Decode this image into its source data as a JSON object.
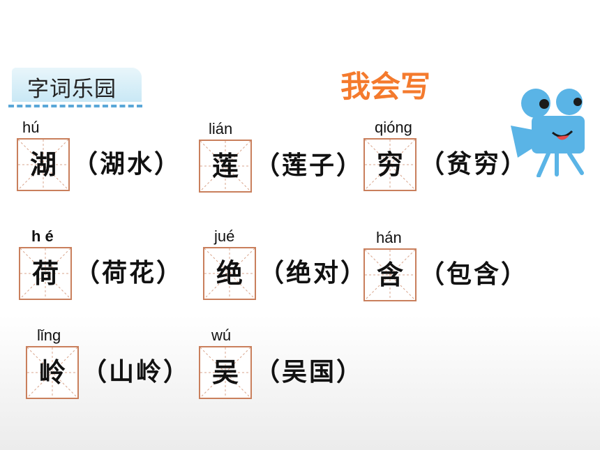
{
  "section": {
    "label": "字词乐园"
  },
  "heading": "我会写",
  "entries": [
    {
      "pinyin": "hú",
      "char": "湖",
      "word": "（湖水）"
    },
    {
      "pinyin": "lián",
      "char": "莲",
      "word": "（莲子）"
    },
    {
      "pinyin": "qióng",
      "char": "穷",
      "word": "（贫穷）"
    },
    {
      "pinyin": "h é",
      "char": "荷",
      "word": "（荷花）"
    },
    {
      "pinyin": "jué",
      "char": "绝",
      "word": "（绝对）"
    },
    {
      "pinyin": "hán",
      "char": "含",
      "word": "（包含）"
    },
    {
      "pinyin": "lǐng",
      "char": "岭",
      "word": "（山岭）"
    },
    {
      "pinyin": "wú",
      "char": "吴",
      "word": "（吴国）"
    }
  ],
  "colors": {
    "heading": "#f47a2d",
    "grid_border": "#c97f5c",
    "camera": "#5ab4e6",
    "tab_dash": "#5aa7d8"
  },
  "icons": {
    "mascot": "film-camera-mascot-icon"
  }
}
